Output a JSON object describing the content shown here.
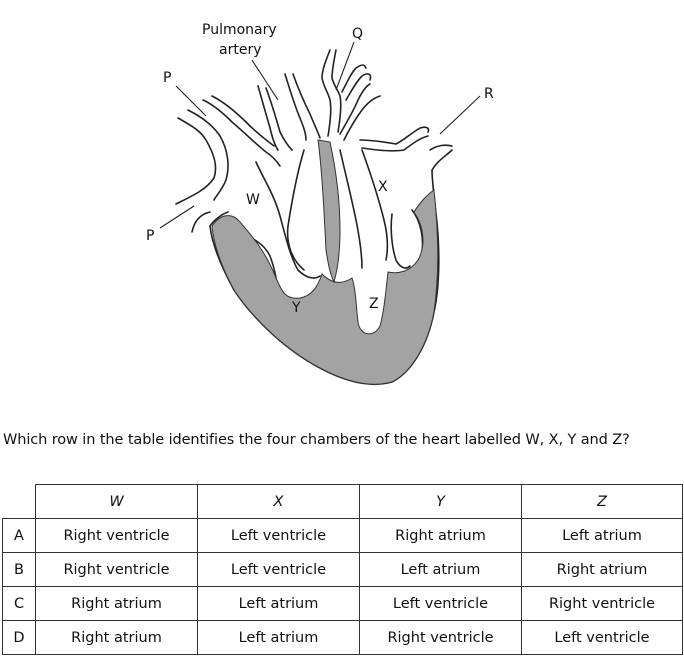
{
  "diagram": {
    "labels": {
      "pulmonary_line1": "Pulmonary",
      "pulmonary_line2": "artery",
      "P_upper": "P",
      "P_lower": "P",
      "Q": "Q",
      "R": "R",
      "W": "W",
      "X": "X",
      "Y": "Y",
      "Z": "Z"
    },
    "wall_color": "#a3a3a3"
  },
  "question": "Which row in the table identifies the four chambers of the heart labelled W, X, Y and Z?",
  "table": {
    "headers": [
      "W",
      "X",
      "Y",
      "Z"
    ],
    "rows": [
      {
        "key": "A",
        "cells": [
          "Right ventricle",
          "Left ventricle",
          "Right atrium",
          "Left atrium"
        ]
      },
      {
        "key": "B",
        "cells": [
          "Right ventricle",
          "Left ventricle",
          "Left atrium",
          "Right atrium"
        ]
      },
      {
        "key": "C",
        "cells": [
          "Right atrium",
          "Left atrium",
          "Left ventricle",
          "Right ventricle"
        ]
      },
      {
        "key": "D",
        "cells": [
          "Right atrium",
          "Left atrium",
          "Right ventricle",
          "Left ventricle"
        ]
      }
    ]
  }
}
